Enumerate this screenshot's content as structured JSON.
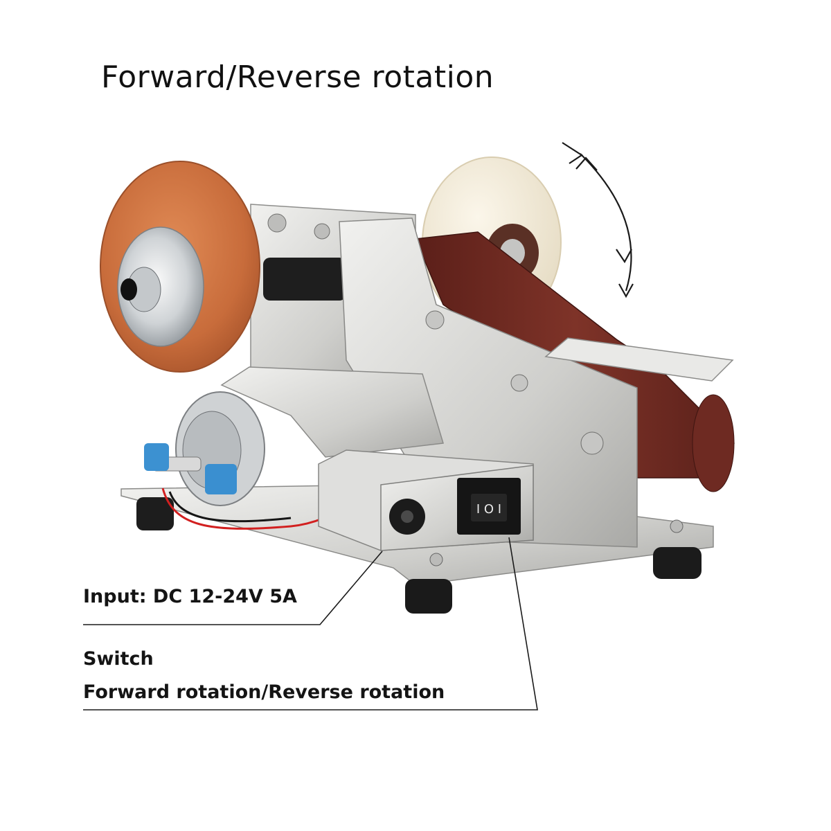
{
  "title": "Forward/Reverse rotation",
  "callouts": {
    "input": "Input: DC 12-24V 5A",
    "switch_title": "Switch",
    "switch_desc": "Forward rotation/Reverse rotation"
  },
  "switch_face": "I O I",
  "colors": {
    "orange_wheel": "#c9703f",
    "cream_wheel": "#f2ead6",
    "belt": "#6e2a22",
    "steel": "#d7d7d5",
    "motor_cap": "#3a8fd0",
    "feet": "#1a1a1a"
  }
}
